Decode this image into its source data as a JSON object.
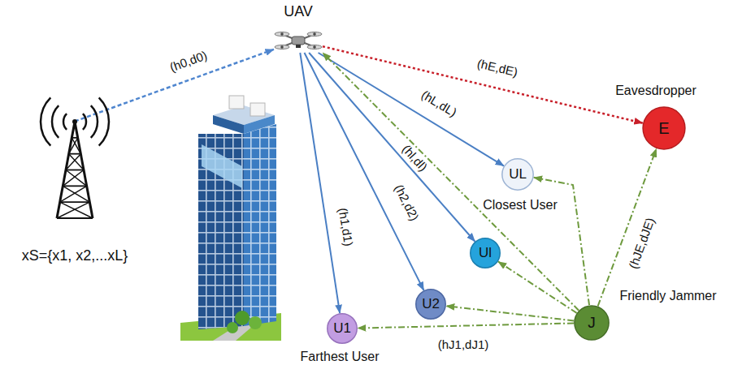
{
  "diagram": {
    "nodes": [
      {
        "text": [
          "UAV"
        ]
      },
      {
        "text": [
          "xS={x1, x2,...xL}"
        ]
      },
      {
        "text": [
          "E",
          "Eavesdropper"
        ]
      },
      {
        "text": [
          "UL",
          "Closest User"
        ]
      },
      {
        "text": [
          "Ul"
        ]
      },
      {
        "text": [
          "U2"
        ]
      },
      {
        "text": [
          "J",
          "Friendly Jammer"
        ]
      },
      {
        "text": [
          "U1",
          "Farthest User"
        ]
      }
    ],
    "edges": [
      {
        "from": 1,
        "to": 0,
        "arrow": "to",
        "label": "(h0,d0)"
      },
      {
        "from": 0,
        "to": 2,
        "arrow": "to",
        "label": "(hE,dE)"
      },
      {
        "from": 0,
        "to": 3,
        "arrow": "to",
        "label": "(hL,dL)"
      },
      {
        "from": 0,
        "to": 4,
        "arrow": "to",
        "label": "(hl,dl)"
      },
      {
        "from": 0,
        "to": 5,
        "arrow": "to",
        "label": "(h2,d2)"
      },
      {
        "from": 0,
        "to": 7,
        "arrow": "to",
        "label": "(h1,d1)"
      },
      {
        "from": 6,
        "to": 0,
        "arrow": "to"
      },
      {
        "from": 6,
        "to": 2,
        "arrow": "to",
        "label": "(hJE,dJE)"
      },
      {
        "from": 6,
        "to": 3,
        "arrow": "to"
      },
      {
        "from": 6,
        "to": 4,
        "arrow": "to"
      },
      {
        "from": 6,
        "to": 5,
        "arrow": "to"
      },
      {
        "from": 6,
        "to": 7,
        "arrow": "to",
        "label": "(hJ1,dJ1)"
      }
    ]
  }
}
